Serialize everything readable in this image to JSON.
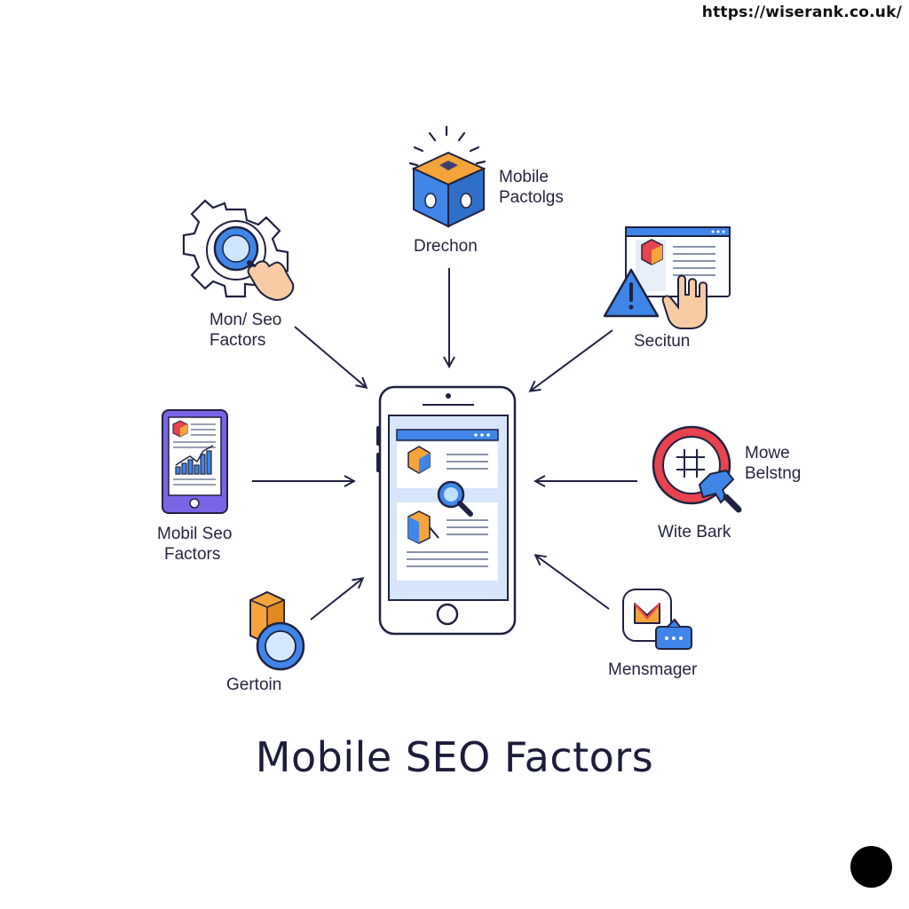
{
  "url": "https://wiserank.co.uk/",
  "title": "Mobile SEO Factors",
  "labels": {
    "top_right_of_cube": [
      "Mobile",
      "Pactolgs"
    ],
    "under_cube": "Drechon",
    "gear": [
      "Mon/ Seo",
      "Factors"
    ],
    "warning": "Secitun",
    "tablet": [
      "Mobil Seo",
      "Factors"
    ],
    "target_side": [
      "Mowe",
      "Belstng"
    ],
    "target_under": "Wite Bark",
    "box": "Gertoin",
    "message": "Mensmager"
  },
  "icons": {
    "cube": "cube-icon",
    "gear": "gear-magnifier-icon",
    "browser": "browser-warning-icon",
    "tablet": "tablet-chart-icon",
    "target": "target-wrench-icon",
    "box": "box-magnifier-icon",
    "message": "envelope-chat-icon",
    "phone": "smartphone-icon"
  },
  "colors": {
    "ink": "#1f2240",
    "blue": "#3f86e8",
    "orange": "#f4a43a",
    "red": "#e8434e",
    "purple": "#7a64e6"
  }
}
